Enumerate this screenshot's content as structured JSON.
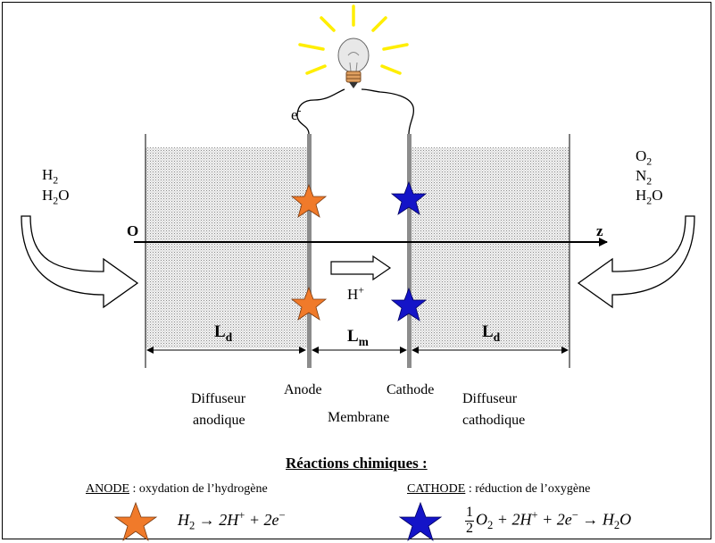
{
  "inlet_left": {
    "line1": "H",
    "line1_sub": "2",
    "line2": "H",
    "line2_sub": "2",
    "line2_tail": "O"
  },
  "outlet_right": {
    "line1": "O",
    "line1_sub": "2",
    "line2": "N",
    "line2_sub": "2",
    "line3": "H",
    "line3_sub": "2",
    "line3_tail": "O"
  },
  "electron": {
    "base": "e",
    "sup": "-"
  },
  "proton": {
    "base": "H",
    "sup": "+"
  },
  "axis": {
    "origin": "O",
    "end": "z"
  },
  "dimensions": {
    "ld_left": {
      "base": "L",
      "sub": "d"
    },
    "lm": {
      "base": "L",
      "sub": "m"
    },
    "ld_right": {
      "base": "L",
      "sub": "d"
    }
  },
  "labels": {
    "diffuseur_anodique_1": "Diffuseur",
    "diffuseur_anodique_2": "anodique",
    "anode": "Anode",
    "membrane": "Membrane",
    "cathode": "Cathode",
    "diffuseur_cathodique_1": "Diffuseur",
    "diffuseur_cathodique_2": "cathodique"
  },
  "reactions": {
    "title": "Réactions chimiques :",
    "anode_head": "ANODE",
    "anode_text": " : oxydation de l’hydrogène",
    "cathode_head": "CATHODE",
    "cathode_text": " : réduction de l’oxygène",
    "anode_eq": {
      "h": "H",
      "two": "2",
      "arrow": "→",
      "mid": "2H",
      "plus_sup": "+",
      "plus": " + 2e",
      "minus_sup": "−"
    },
    "cathode_eq": {
      "num": "1",
      "den": "2",
      "o": "O",
      "o_sub": "2",
      "mid": " + 2H",
      "plus_sup": "+",
      "plus2": " + 2e",
      "minus_sup": "−",
      "arrow": "→",
      "h": "H",
      "h_sub": "2",
      "h_tail": "O"
    }
  },
  "colors": {
    "anode_star": "#f07a2a",
    "cathode_star": "#1414c8",
    "electrode": "#8c8c8c",
    "diffuser_fill": "#e6e6e6",
    "bulb_rays": "#ffee00"
  }
}
